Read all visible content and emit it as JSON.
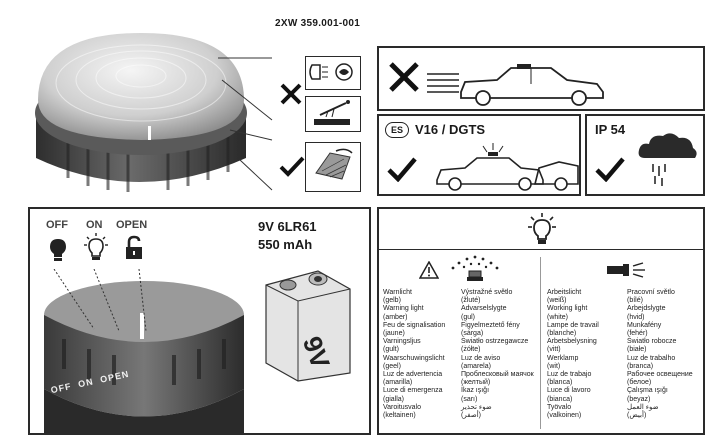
{
  "product_code": "2XW 359.001-001",
  "panels": {
    "no_other_light": {},
    "spain": {
      "country_badge": "ES",
      "title": "V16 / DGTS"
    },
    "ip": {
      "title": "IP 54"
    },
    "modes": {
      "off_label": "OFF",
      "on_label": "ON",
      "open_label": "OPEN",
      "ring_labels": "OFF  ON  OPEN"
    },
    "battery": {
      "voltage": "9V 6LR61",
      "capacity": "550 mAh",
      "label_on_battery": "9V"
    }
  },
  "legend": {
    "col1": [
      "Warnlicht",
      "(gelb)",
      "Warning light",
      "(amber)",
      "Feu de signalisation",
      "(jaune)",
      "Varningsljus",
      "(gult)",
      "Waarschuwingslicht",
      "(geel)",
      "Luz de advertencia",
      "(amarilla)",
      "Luce di emergenza",
      "(gialla)",
      "Varoitusvalo",
      "(keltainen)"
    ],
    "col2": [
      "Výstražné světlo",
      "(žluté)",
      "Advarselslygte",
      "(gul)",
      "Figyelmeztető fény",
      "(sárga)",
      "Światło ostrzegawcze",
      "(żółte)",
      "Luz de aviso",
      "(amarela)",
      "Проблесковый маячок",
      "(желтый)",
      "İkaz ışığı",
      "(sarı)",
      "ضوء تحذير",
      "(أصفر)"
    ],
    "col3": [
      "Arbeitslicht",
      "(weiß)",
      "Working light",
      "(white)",
      "Lampe de travail",
      "(blanche)",
      "Arbetsbelysning",
      "(vitt)",
      "Werklamp",
      "(wit)",
      "Luz de trabajo",
      "(blanca)",
      "Luce di lavoro",
      "(bianca)",
      "Työvalo",
      "(valkoinen)"
    ],
    "col4": [
      "Pracovní světlo",
      "(bílé)",
      "Arbejdslygte",
      "(hvid)",
      "Munkafény",
      "(fehér)",
      "Światło robocze",
      "(białe)",
      "Luz de trabalho",
      "(branca)",
      "Рабочее освещение",
      "(белое)",
      "Çalışma ışığı",
      "(beyaz)",
      "ضوء العمل",
      "(أبيض)"
    ]
  },
  "colors": {
    "frame": "#2a2a2a",
    "lamp_dark": "#4a4a4a",
    "lamp_light": "#d8d8d8"
  }
}
